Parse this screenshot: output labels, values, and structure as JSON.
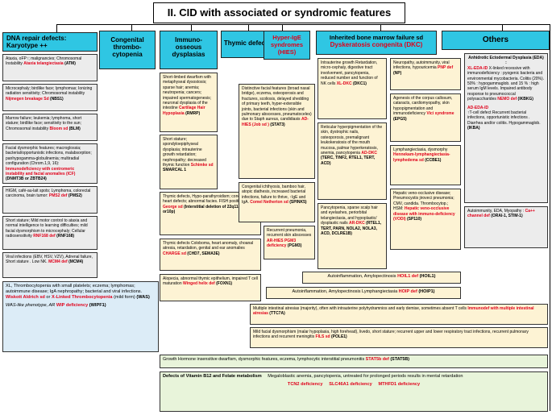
{
  "title": "II. CID with associated or syndromic features",
  "headers": {
    "dna": "DNA repair defects:",
    "dna_sub": "Karyotype ++",
    "thrombo": "Congenital thrombo-cytopenia",
    "immuno": "Immuno-osseous dysplasias",
    "thymic": "Thymic defects",
    "hyperige": "Hyper-IgE syndromes (HIES)",
    "bmf": "Inherited bone marrow failure sd",
    "bmf_sub": "Dyskeratosis congenita (DKC)",
    "others": "Others"
  },
  "dna_boxes": [
    {
      "text": "Ataxia, oFP↑; malignancies; Chromosomal Instability",
      "gene": "Ataxia telangiectasia",
      "code": "(ATM)"
    },
    {
      "text": "Microcephaly; birdlike face; lymphomas; Ionizing radiation sensitivity; Chromosomal instability",
      "gene": "Nijmegen breakage Sd",
      "code": "(NBS1)"
    },
    {
      "text": "Marrow failure; leukemia; lymphoma, short stature; birdlike face; sensitivity to the sun; Chromosomal instability",
      "gene": "Bloom sd",
      "code": "(BLM)"
    },
    {
      "text": "Facial dysmorphic features; macroglossia; bacterial/opportunistic infections, malabsorption; panhypogamma-globulinemia; multiradial configuration (Chrom.1,9, 16):",
      "gene": "Immunodeficiency with centromeric instability and facial anomalies (ICF)",
      "code": "(DNMT3B or ZBTB24)"
    },
    {
      "text": "HIGM, café-au-lait spots; Lymphoma, colorectal carcinoma, brain tumor:",
      "gene": "PMS2 def",
      "code": "(PMS2)"
    },
    {
      "text": "Short stature; Mild motor control to ataxia and normal intelligence to learning difficulties; mild facial dysmorphism to microcephaly; Cellular radiosensitivity",
      "gene": "RNF168 def",
      "code": "(RNF168)"
    },
    {
      "text": "Viral infections (EBV, HSV, VZV), Adrenal failure, Short stature . Low NK.",
      "gene": "MCM4 def",
      "code": "(MCM4)"
    }
  ],
  "was_box": {
    "text": "XL, Thrombocytopenia with small platelets; eczema; lymphomas; autoimmune disease; IgA nephropathy; bacterial and viral infections.",
    "gene1": "Wiskott Aldrich sd",
    "or": "or",
    "gene2": "X-Linked Thrombocytopenia",
    "mild": "(mild form)",
    "code": "(WAS)",
    "text2": "WAS-like phenotype, AR",
    "gene3": "WIP deficiency",
    "code2": "(WIPF1)"
  },
  "immuno_boxes": [
    {
      "text": "Short-limbed dwarfism with metaphyseal dysostosis; sparse hair; anemia; neutropenia; cancers; impaired spermatogenesis; neuronal dysplasia of the intestine",
      "gene": "Cartilage Hair Hypoplasia",
      "code": "(RMRP)"
    },
    {
      "text": "Short stature; spondyloepiphyseal dysplasia; intrauterine growth retardation; nephropathy; decreased thymic function",
      "gene": "Schimke sd",
      "code": "SMARCAL 1"
    }
  ],
  "thymic_boxes": [
    {
      "text": "Thymic defects, Hypo-parathyroidism; conotruncal heart defects; abnormal facies. FISH positive.",
      "gene": "Di George sd",
      "code": "(Interstitial deletion of 22q11-pter or10p)"
    },
    {
      "text": "Thymic defects Coloboma, heart anomaly, choanal atresia, retardation, genital and ear anomalies",
      "gene": "CHARGE sd",
      "code": "(CHD7, SEMA3E)"
    },
    {
      "text": "Alopecia, abnormal thymic epithelium, impaired T cell maturation",
      "gene": "Winged helix def",
      "code": "(FOXN1)"
    }
  ],
  "hies_boxes": [
    {
      "text": "Distinctive facial features (broad nasal bridge), eczema, osteoporosis and fractures, scoliosis, delayed shedding of primary teeth, hyper-extensible joints, bacterial infections (skin and pulmonary abscesses, pneumatoceles) due to Staph aureus, candidiasis",
      "gene": "AD-HIES (Job sd )",
      "code": "(STAT3)"
    },
    {
      "text": "Congenital ichthyosis, bamboo hair, atopic diathesis, increased bacterial infections, failure to thrive, ↑IgE and IgA.",
      "gene": "Comel Netherton sd",
      "code": "(SPINK5)"
    },
    {
      "text": "Recurrent pneumonia, recurrent skin abscesses",
      "gene": "AR-HIES PGM3 deficiency",
      "code": "(PGM3)"
    }
  ],
  "dkc_boxes": [
    {
      "text": "Intrauterine growth Retardation, micro-cephaly, digestive tract involvement, pancytopenia, reduced number and function of NK cells",
      "gene": "XL-DKC",
      "code": "(DKC1)"
    },
    {
      "text": "Reticular hyperpigmentation of the skin, dystrophic nails, osteoporosis, premalignant leukokeratosis of the mouth mucosa, palmar hyperkeratosis, anemia, pancytopenia",
      "gene": "AD-DKC",
      "code": "(TERC, TINF2, RTEL1, TERT, ACD)"
    },
    {
      "text": "Pancytopenia, sparse scalp hair and eyelashes, periorbital telangiectasia, and hypoplastic/ dysplastic nails",
      "gene": "AR-DKC",
      "code": "(RTEL1, TERT, PARN, NOLA2, NOLA3, ACD, DCLRE1B)"
    }
  ],
  "mid_boxes": [
    {
      "text": "Neuropathy, autoimmunity, viral infections, hypouricemia",
      "gene": "PNP def",
      "code": "(NP)"
    },
    {
      "text": "Agenesis of the corpus callosum, cataracts, cardiomyopathy, skin hypopigmentation and immunodeficiency",
      "gene": "Vici syndrome",
      "code": "(EPG5)"
    },
    {
      "text": "Lymphangiectasia, dysmorphy",
      "gene": "Hennekam-lymphangiectasia-lymphedema sd",
      "code": "(CCBE1)"
    },
    {
      "text": "Hepatic veno-occlusive disease; Pneumocystis jiroveci pneumonia; CMV, candida. Thrombocytop.; HSM:",
      "gene": "Hepatic veno-occlusive disease with immuno-deficiency (VODI)",
      "code": "(SP110)"
    }
  ],
  "eda_box": {
    "title": "Anhidrotic Ectodermal Dysplasia (EDA) :",
    "gene1": "XL-EDA-ID",
    "text1": "X-linked recessive with immunodeficiency : pyogenic bacteria and environmental mycobacteria. Colitis (20%). 50% : hypogammaglob. and 15 % : high serum IgM levels. Impaired antibody response to pneumococcal polysaccharides",
    "gene2": "NEMO def",
    "code2": "(IKBKG)",
    "gene3": "AD-EDA-ID",
    "text3": "↑T-cell defect Recurrent bacterial infections, opportunistic infections . Diarrhea and/or colitis. Hypogammaglob.",
    "code3": "(IKBA)"
  },
  "orai_box": {
    "text": "Autoimmunity, EDA, Myopathy :",
    "gene": "Ca++ channel def",
    "code": "(ORAI-1, STIM-1)"
  },
  "wide_boxes": [
    {
      "text": "Autoinflammation, Amylopectinosis",
      "gene": "HOIL1 def",
      "code": "(HOIL1)"
    },
    {
      "text": "Autoinflammation, Amylopectinosis Lymphangiectasia",
      "gene": "HOIP def",
      "code": "(HOIP1)"
    },
    {
      "text": "Multiple intestinal atresias (majority), often with intrauterine polyhydramnios and early demise, sometimes absent T cells",
      "gene": "Immunodef with multiple intestinal atresias",
      "code": "(TTC7A)"
    },
    {
      "text": "Mild facial dysmorphism (malar hypoplasia, high forehead), livedo, short stature; recurrent upper and lower respiratory tract infections, recurrent pulmonary infections and recurrent meningitis",
      "gene": "FILS sd",
      "code": "(POLE1)"
    },
    {
      "text": "Growth Hormone insensitive dwarfism, dysmorphic features, eczema, lymphocytic interstitial pneumonitis",
      "gene": "STAT5b def",
      "code": "(STAT5B)"
    }
  ],
  "b12_box": {
    "title": "Defects of Vitamin B12 and Folate metabolism",
    "text": "Megaloblastic anemia, pancytopenia, untreated for prolonged periods results in mental retardation",
    "gene1": "TCN2 deficiency",
    "gene2": "SLC46A1 deficiency",
    "gene3": "MTHFD1 deficiency"
  },
  "colors": {
    "header": "#2fc6e3",
    "gray": "#ececec",
    "yellow": "#fdf3d4",
    "blue": "#dcecf7",
    "red": "#e0001a"
  }
}
